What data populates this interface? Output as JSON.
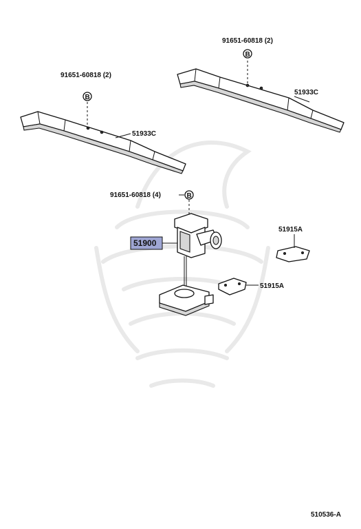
{
  "labels": {
    "bolt_top_right": "91651-60818 (2)",
    "bolt_top_left": "91651-60818 (2)",
    "bolt_center": "91651-60818 (4)",
    "bracket_right": "51933C",
    "bracket_left": "51933C",
    "carrier_part": "51900",
    "plate_upper": "51915A",
    "plate_lower": "51915A",
    "marker_b": "B"
  },
  "footer": {
    "diagram_code": "510536-A"
  },
  "colors": {
    "highlight": "#9fa6d4",
    "line": "#111111",
    "watermark": "#e9e9e9"
  }
}
